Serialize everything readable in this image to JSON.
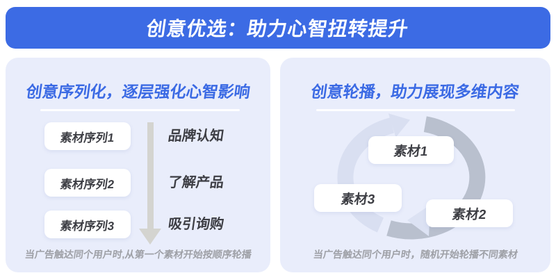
{
  "header": {
    "title": "创意优选：助力心智扭转提升"
  },
  "left_panel": {
    "title": "创意序列化，逐层强化心智影响",
    "sequence_boxes": [
      {
        "label": "素材序列1"
      },
      {
        "label": "素材序列2"
      },
      {
        "label": "素材序列3"
      }
    ],
    "stage_labels": [
      {
        "label": "品牌认知"
      },
      {
        "label": "了解产品"
      },
      {
        "label": "吸引询购"
      }
    ],
    "caption": "当广告触达同个用户时,从第一个素材开始按顺序轮播"
  },
  "right_panel": {
    "title": "创意轮播，助力展现多维内容",
    "material_boxes": [
      {
        "label": "素材1"
      },
      {
        "label": "素材2"
      },
      {
        "label": "素材3"
      }
    ],
    "caption": "当广告触达同个用户时，随机开始轮播不同素材"
  },
  "icons": {
    "left_flow": "down-arrow-icon",
    "right_flow": "cycle-arrows-icon"
  },
  "colors": {
    "header_bg": "#3C6BE4",
    "panel_bg": "#E9EDFB",
    "title_blue": "#3B6AE4",
    "dark_text": "#3D3E44",
    "caption_gray": "#9EA0A6",
    "down_arrow_gray": "#D4D4D0",
    "cycle_dark": "#B9C0CE",
    "cycle_light": "#D9DFF1",
    "box_white": "#FFFFFF"
  }
}
